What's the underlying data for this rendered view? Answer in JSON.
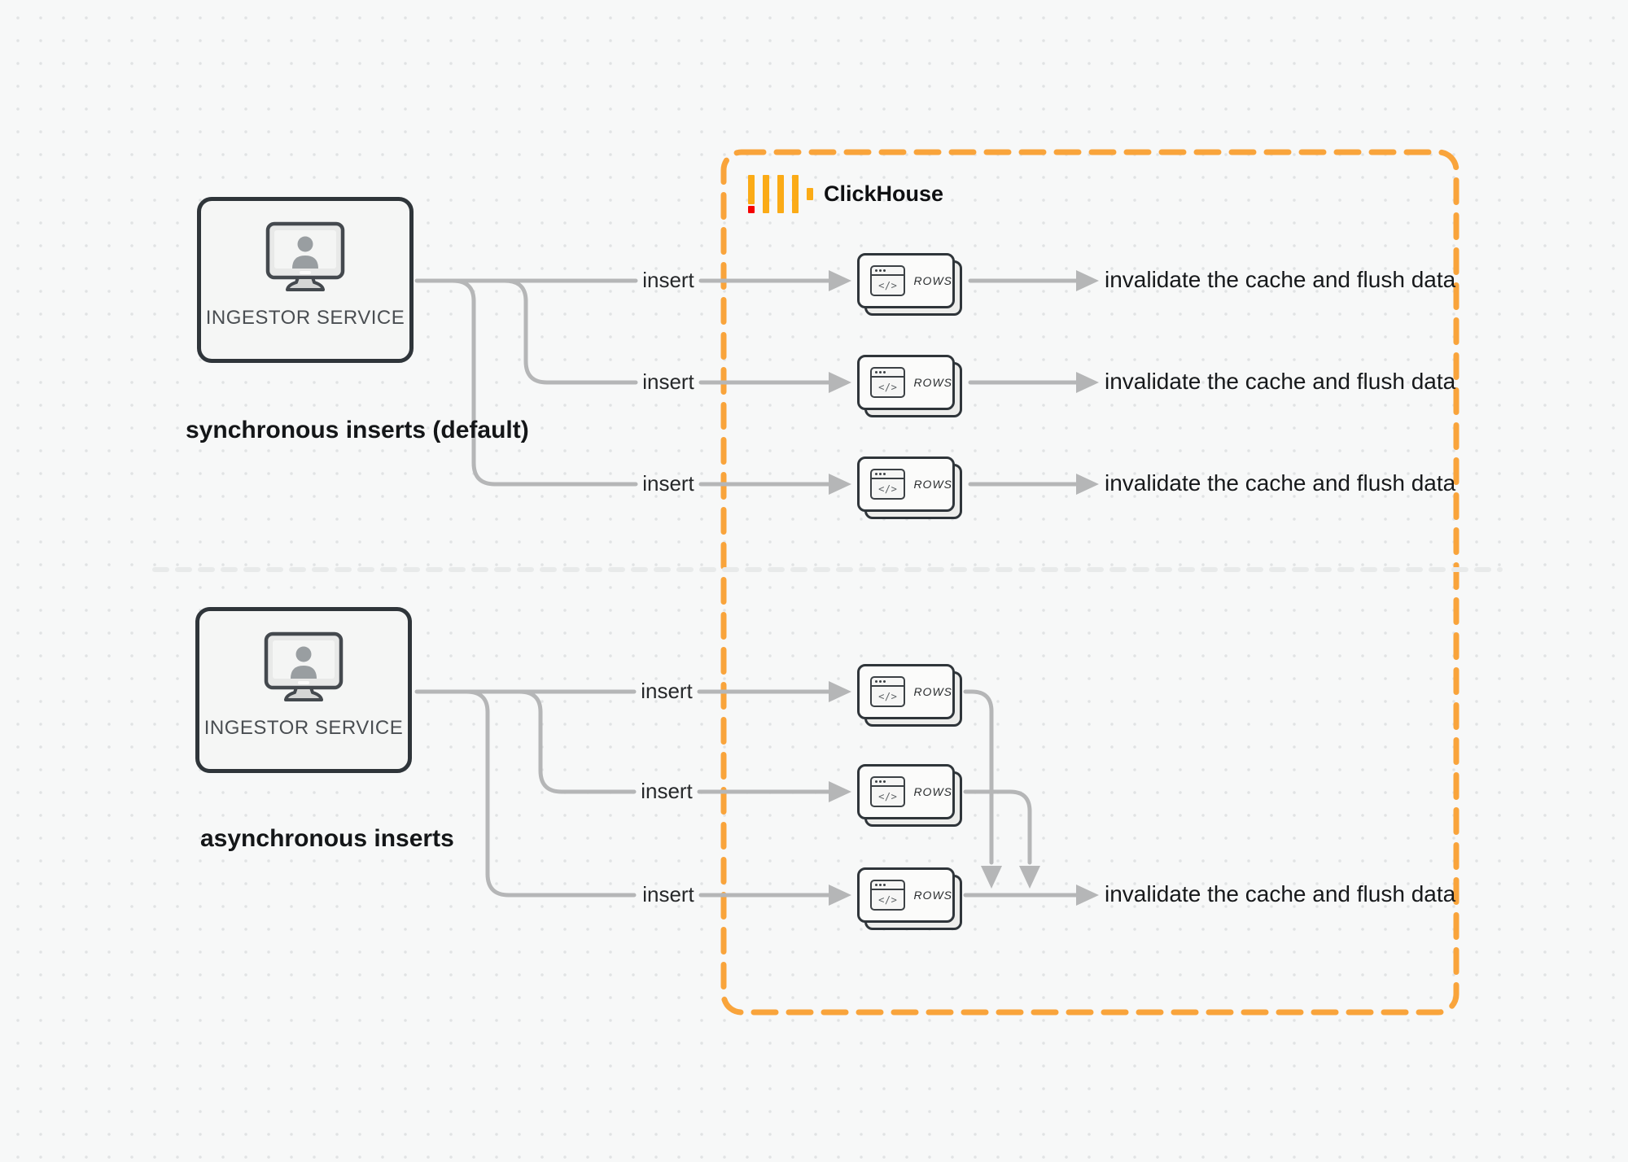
{
  "clickhouse": {
    "name": "ClickHouse",
    "logo_bar_color": "#FBAB16",
    "logo_accent_color": "#F50000",
    "boundary_color": "#F9A43B"
  },
  "sections": {
    "sync": {
      "caption": "synchronous inserts (default)"
    },
    "async": {
      "caption": "asynchronous inserts"
    }
  },
  "nodes": {
    "ingestor_label": "INGESTOR SERVICE",
    "rows_label": "ROWS",
    "code_glyph": "</>"
  },
  "labels": {
    "insert": "insert",
    "invalidate": "invalidate the cache and flush data"
  },
  "colors": {
    "background": "#f7f8f8",
    "dot_grid": "#e1e3e4",
    "connector_line": "#b5b6b7",
    "node_border": "#2f353a",
    "divider": "#e8eaea"
  }
}
